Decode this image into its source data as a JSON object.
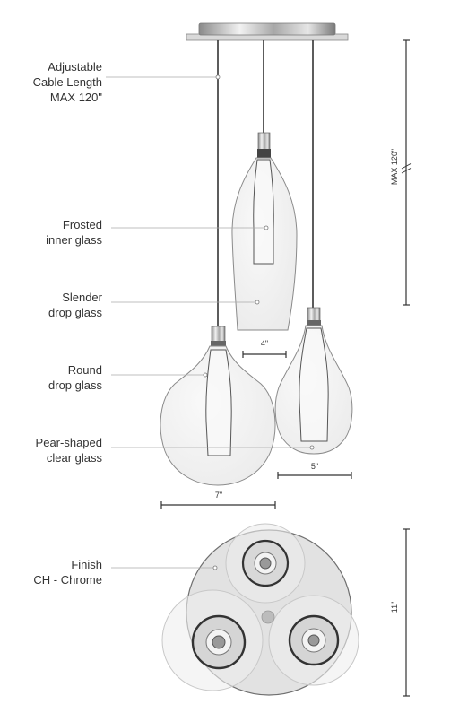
{
  "callouts": {
    "cable": [
      "Adjustable",
      "Cable Length",
      "MAX 120\""
    ],
    "frosted": [
      "Frosted",
      "inner glass"
    ],
    "slender": [
      "Slender",
      "drop glass"
    ],
    "round": [
      "Round",
      "drop glass"
    ],
    "pear": [
      "Pear-shaped",
      "clear glass"
    ],
    "finish": [
      "Finish",
      "CH - Chrome"
    ]
  },
  "dimensions": {
    "cable_max": "MAX 120\"",
    "slender_width": "4\"",
    "pear_width": "5\"",
    "round_width": "7\"",
    "canopy_diameter": "11\""
  }
}
